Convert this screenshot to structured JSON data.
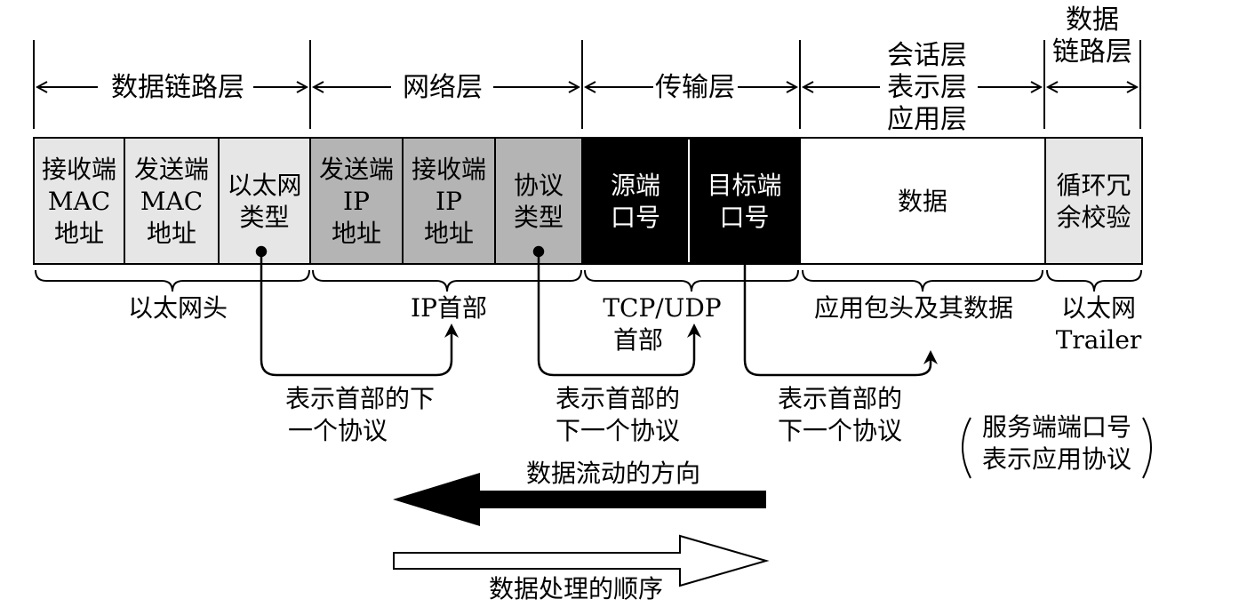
{
  "layers": {
    "datalink_left": "数据链路层",
    "network": "网络层",
    "transport": "传输层",
    "session_lines": [
      "会话层",
      "表示层",
      "应用层"
    ],
    "datalink_right_lines": [
      "数据",
      "链路层"
    ]
  },
  "cells": [
    {
      "lines": [
        "接收端",
        "MAC",
        "地址"
      ],
      "fill": "#e6e6e6",
      "text_color": "#000000"
    },
    {
      "lines": [
        "发送端",
        "MAC",
        "地址"
      ],
      "fill": "#e6e6e6",
      "text_color": "#000000"
    },
    {
      "lines": [
        "以太网",
        "类型"
      ],
      "fill": "#e6e6e6",
      "text_color": "#000000"
    },
    {
      "lines": [
        "发送端",
        "IP",
        "地址"
      ],
      "fill": "#b4b4b4",
      "text_color": "#000000"
    },
    {
      "lines": [
        "接收端",
        "IP",
        "地址"
      ],
      "fill": "#b4b4b4",
      "text_color": "#000000"
    },
    {
      "lines": [
        "协议",
        "类型"
      ],
      "fill": "#b4b4b4",
      "text_color": "#000000"
    },
    {
      "lines": [
        "源端",
        "口号"
      ],
      "fill": "#000000",
      "text_color": "#ffffff"
    },
    {
      "lines": [
        "目标端",
        "口号"
      ],
      "fill": "#000000",
      "text_color": "#ffffff"
    },
    {
      "lines": [
        "数据"
      ],
      "fill": "#ffffff",
      "text_color": "#000000"
    },
    {
      "lines": [
        "循环冗",
        "余校验"
      ],
      "fill": "#e6e6e6",
      "text_color": "#000000"
    }
  ],
  "groups": {
    "ethernet_header": "以太网头",
    "ip_header": "IP首部",
    "tcpudp_header_lines": [
      "TCP/UDP",
      "首部"
    ],
    "app_header": "应用包头及其数据",
    "ethernet_trailer_lines": [
      "以太网",
      "Trailer"
    ]
  },
  "notes": {
    "next_protocol_1": [
      "表示首部的下",
      "一个协议"
    ],
    "next_protocol_2": [
      "表示首部的",
      "下一个协议"
    ],
    "next_protocol_3": [
      "表示首部的",
      "下一个协议"
    ],
    "server_port": [
      "服务端端口号",
      "表示应用协议"
    ]
  },
  "flow": {
    "data_flow_direction": "数据流动的方向",
    "processing_order": "数据处理的顺序"
  }
}
